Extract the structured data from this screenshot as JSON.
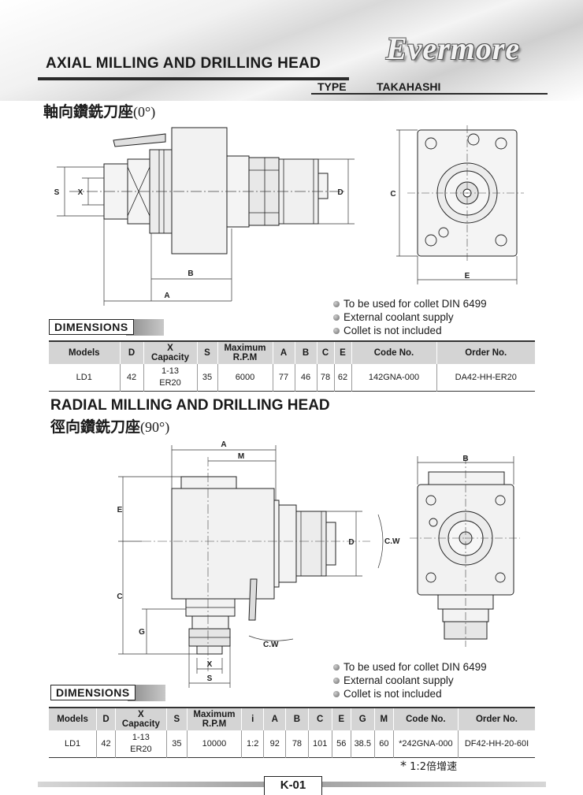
{
  "header": {
    "title": "AXIAL MILLING AND DRILLING HEAD",
    "type_label": "TYPE",
    "type_value": "TAKAHASHI",
    "logo": "Evermore"
  },
  "axial": {
    "subtitle_cn": "軸向鑽銑刀座",
    "subtitle_deg": "(0°)",
    "dim_labels": {
      "S": "S",
      "X": "X",
      "B": "B",
      "A": "A",
      "D": "D",
      "C": "C",
      "E": "E"
    },
    "notes": [
      "To be used for collet DIN 6499",
      "External coolant supply",
      "Collet is not included"
    ],
    "dimensions_label": "DIMENSIONS",
    "table": {
      "headers": [
        "Models",
        "D",
        "X Capacity",
        "S",
        "Maximum R.P.M",
        "A",
        "B",
        "C",
        "E",
        "Code No.",
        "Order No."
      ],
      "row": {
        "model": "LD1",
        "d": "42",
        "x_top": "1-13",
        "x_bottom": "ER20",
        "s": "35",
        "rpm": "6000",
        "a": "77",
        "b": "46",
        "c": "78",
        "e": "62",
        "code": "142GNA-000",
        "order": "DA42-HH-ER20"
      }
    }
  },
  "radial": {
    "title": "RADIAL MILLING AND DRILLING HEAD",
    "subtitle_cn": "徑向鑽銑刀座",
    "subtitle_deg": "(90°)",
    "dim_labels": {
      "A": "A",
      "M": "M",
      "B": "B",
      "E": "E",
      "D": "D",
      "C": "C",
      "G": "G",
      "X": "X",
      "S": "S",
      "CW": "C.W"
    },
    "notes": [
      "To be used for collet DIN 6499",
      "External coolant supply",
      "Collet is not included"
    ],
    "dimensions_label": "DIMENSIONS",
    "table": {
      "headers": [
        "Models",
        "D",
        "X Capacity",
        "S",
        "Maximum R.P.M",
        "i",
        "A",
        "B",
        "C",
        "E",
        "G",
        "M",
        "Code No.",
        "Order No."
      ],
      "row": {
        "model": "LD1",
        "d": "42",
        "x_top": "1-13",
        "x_bottom": "ER20",
        "s": "35",
        "rpm": "10000",
        "i": "1:2",
        "a": "92",
        "b": "78",
        "c": "101",
        "e": "56",
        "g": "38.5",
        "m": "60",
        "code": "*242GNA-000",
        "order": "DF42-HH-20-60I"
      }
    },
    "footnote_star": "*",
    "footnote": "1:2倍增速"
  },
  "page": {
    "number": "K-01"
  }
}
